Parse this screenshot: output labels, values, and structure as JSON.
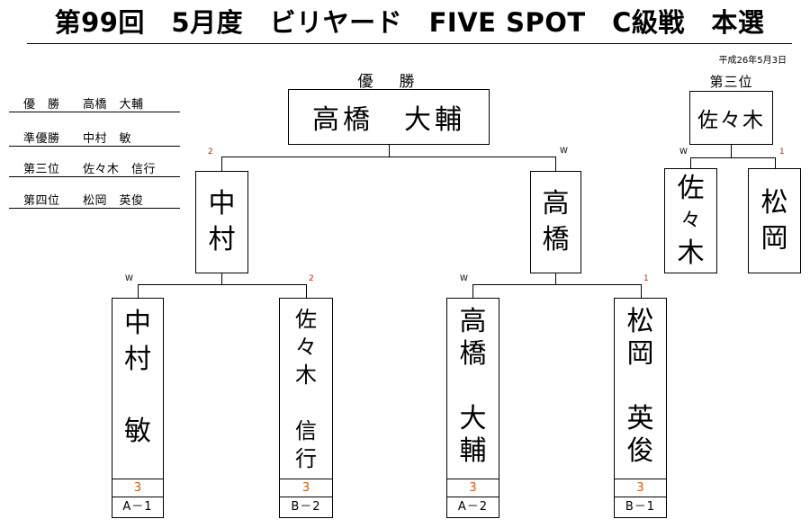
{
  "title": "第99回　5月度　ビリヤード　FIVE SPOT　C級戦　本選",
  "date": "平成26年5月3日",
  "results": [
    {
      "label": "優　勝",
      "value": "高橋　大輔"
    },
    {
      "label": "準優勝",
      "value": "中村　敏"
    },
    {
      "label": "第三位",
      "value": "佐々木　信行"
    },
    {
      "label": "第四位",
      "value": "松岡　英俊"
    }
  ],
  "champion": {
    "label": "優　勝",
    "name": "高橋　大輔"
  },
  "semis": {
    "left": {
      "name": [
        "中",
        "村"
      ],
      "score": "2"
    },
    "right": {
      "name": [
        "高",
        "橋"
      ],
      "score": "W"
    }
  },
  "third_place": {
    "label": "第三位",
    "winner": "佐々木",
    "left": {
      "name": [
        "佐",
        "々",
        "木"
      ],
      "score": "W"
    },
    "right": {
      "name": [
        "松",
        "岡"
      ],
      "score": "1"
    }
  },
  "players": [
    {
      "name": [
        "中",
        "村",
        "",
        "敏"
      ],
      "score": "3",
      "seed": "A－1",
      "result": "W"
    },
    {
      "name": [
        "佐",
        "々",
        "木",
        "",
        "信",
        "行"
      ],
      "score": "3",
      "seed": "B－2",
      "result": "2"
    },
    {
      "name": [
        "高",
        "橋",
        "",
        "大",
        "輔"
      ],
      "score": "3",
      "seed": "A－2",
      "result": "W"
    },
    {
      "name": [
        "松",
        "岡",
        "",
        "英",
        "俊"
      ],
      "score": "3",
      "seed": "B－1",
      "result": "1"
    }
  ]
}
